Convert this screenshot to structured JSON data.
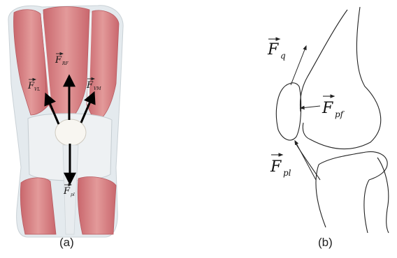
{
  "panel_a": {
    "caption": "(a)",
    "forces": {
      "rf": {
        "symbol": "F",
        "subscript": "RF"
      },
      "vl": {
        "symbol": "F",
        "subscript": "VL"
      },
      "vm": {
        "symbol": "F",
        "subscript": "VM"
      },
      "pl": {
        "symbol": "F",
        "subscript": "pl"
      }
    }
  },
  "panel_b": {
    "caption": "(b)",
    "forces": {
      "q": {
        "symbol": "F",
        "subscript": "q"
      },
      "pf": {
        "symbol": "F",
        "subscript": "pf"
      },
      "pl": {
        "symbol": "F",
        "subscript": "pl"
      }
    }
  },
  "colors": {
    "muscle": "#d9888a",
    "muscle_dark": "#c66a6e",
    "tendon": "#e9eef1",
    "patella": "#f7f4ee",
    "arrow": "#000000",
    "line": "#222222"
  }
}
